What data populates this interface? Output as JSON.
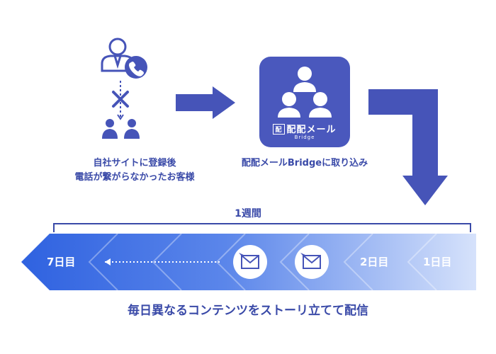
{
  "step1": {
    "caption_line1": "自社サイトに登録後",
    "caption_line2": "電話が繋がらなかったお客様"
  },
  "step2": {
    "app_name": "配配メール",
    "app_mark": "配",
    "app_subname": "Bridge",
    "caption": "配配メールBridgeに取り込み"
  },
  "timeline": {
    "span_label": "1週間",
    "days": [
      "7日目",
      "2日目",
      "1日目"
    ]
  },
  "footer_caption": "毎日異なるコンテンツをストーリ立てて配信",
  "colors": {
    "primary": "#3a4aa8",
    "tile": "#4a58bd",
    "arrow": "#4654b8",
    "band_dark": "#2f62e0",
    "band_light": "#d6e2fb"
  }
}
